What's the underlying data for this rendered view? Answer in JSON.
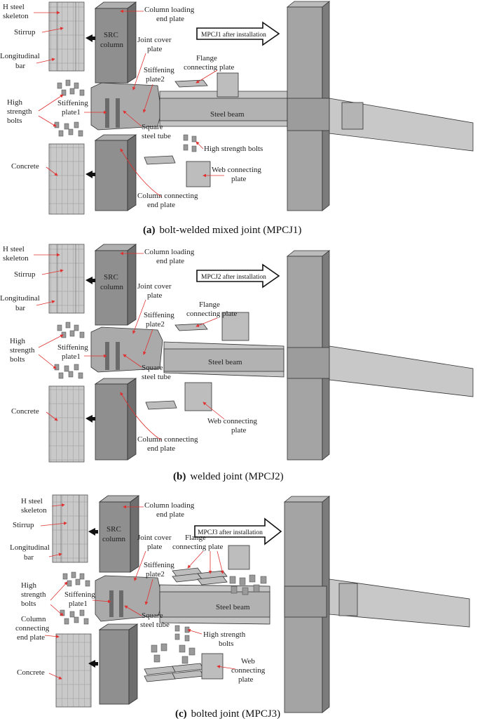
{
  "panels": [
    {
      "caption_letter": "(a)",
      "caption_text": "bolt-welded mixed joint (MPCJ1)",
      "arrow_label": "MPCJ1 after installation",
      "labels": {
        "h_steel": "H steel skeleton",
        "stirrup": "Stirrup",
        "longitudinal": "Longitudinal bar",
        "hsb_left": "High strength bolts",
        "concrete": "Concrete",
        "src": "SRC column",
        "col_loading": "Column loading end plate",
        "joint_cover": "Joint cover plate",
        "stiff2": "Stiffening plate2",
        "stiff1": "Stiffening plate1",
        "square_tube": "Square steel tube",
        "col_connect": "Column connecting end plate",
        "flange": "Flange connecting plate",
        "steel_beam": "Steel beam",
        "hsb_right": "High strength bolts",
        "web": "Web connecting plate"
      }
    },
    {
      "caption_letter": "(b)",
      "caption_text": "welded joint (MPCJ2)",
      "arrow_label": "MPCJ2 after installation",
      "labels": {
        "h_steel": "H steel skeleton",
        "stirrup": "Stirrup",
        "longitudinal": "Longitudinal bar",
        "hsb_left": "High strength bolts",
        "concrete": "Concrete",
        "src": "SRC column",
        "col_loading": "Column loading end plate",
        "joint_cover": "Joint cover plate",
        "stiff2": "Stiffening plate2",
        "stiff1": "Stiffening plate1",
        "square_tube": "Square steel tube",
        "col_connect": "Column connecting end plate",
        "flange": "Flange connecting plate",
        "steel_beam": "Steel beam",
        "web": "Web connecting plate"
      }
    },
    {
      "caption_letter": "(c)",
      "caption_text": "bolted joint (MPCJ3)",
      "arrow_label": "MPCJ3 after installation",
      "labels": {
        "h_steel": "H steel skeleton",
        "stirrup": "Stirrup",
        "longitudinal": "Longitudinal bar",
        "hsb_left": "High strength bolts",
        "col_connect_left": "Column connecting end plate",
        "concrete": "Concrete",
        "src": "SRC column",
        "col_loading": "Column loading end plate",
        "joint_cover": "Joint cover plate",
        "stiff2": "Stiffening plate2",
        "stiff1": "Stiffening plate1",
        "square_tube": "Square steel tube",
        "flange": "Flange connecting plate",
        "steel_beam": "Steel beam",
        "hsb_right": "High strength bolts",
        "web": "Web connecting plate"
      }
    }
  ]
}
